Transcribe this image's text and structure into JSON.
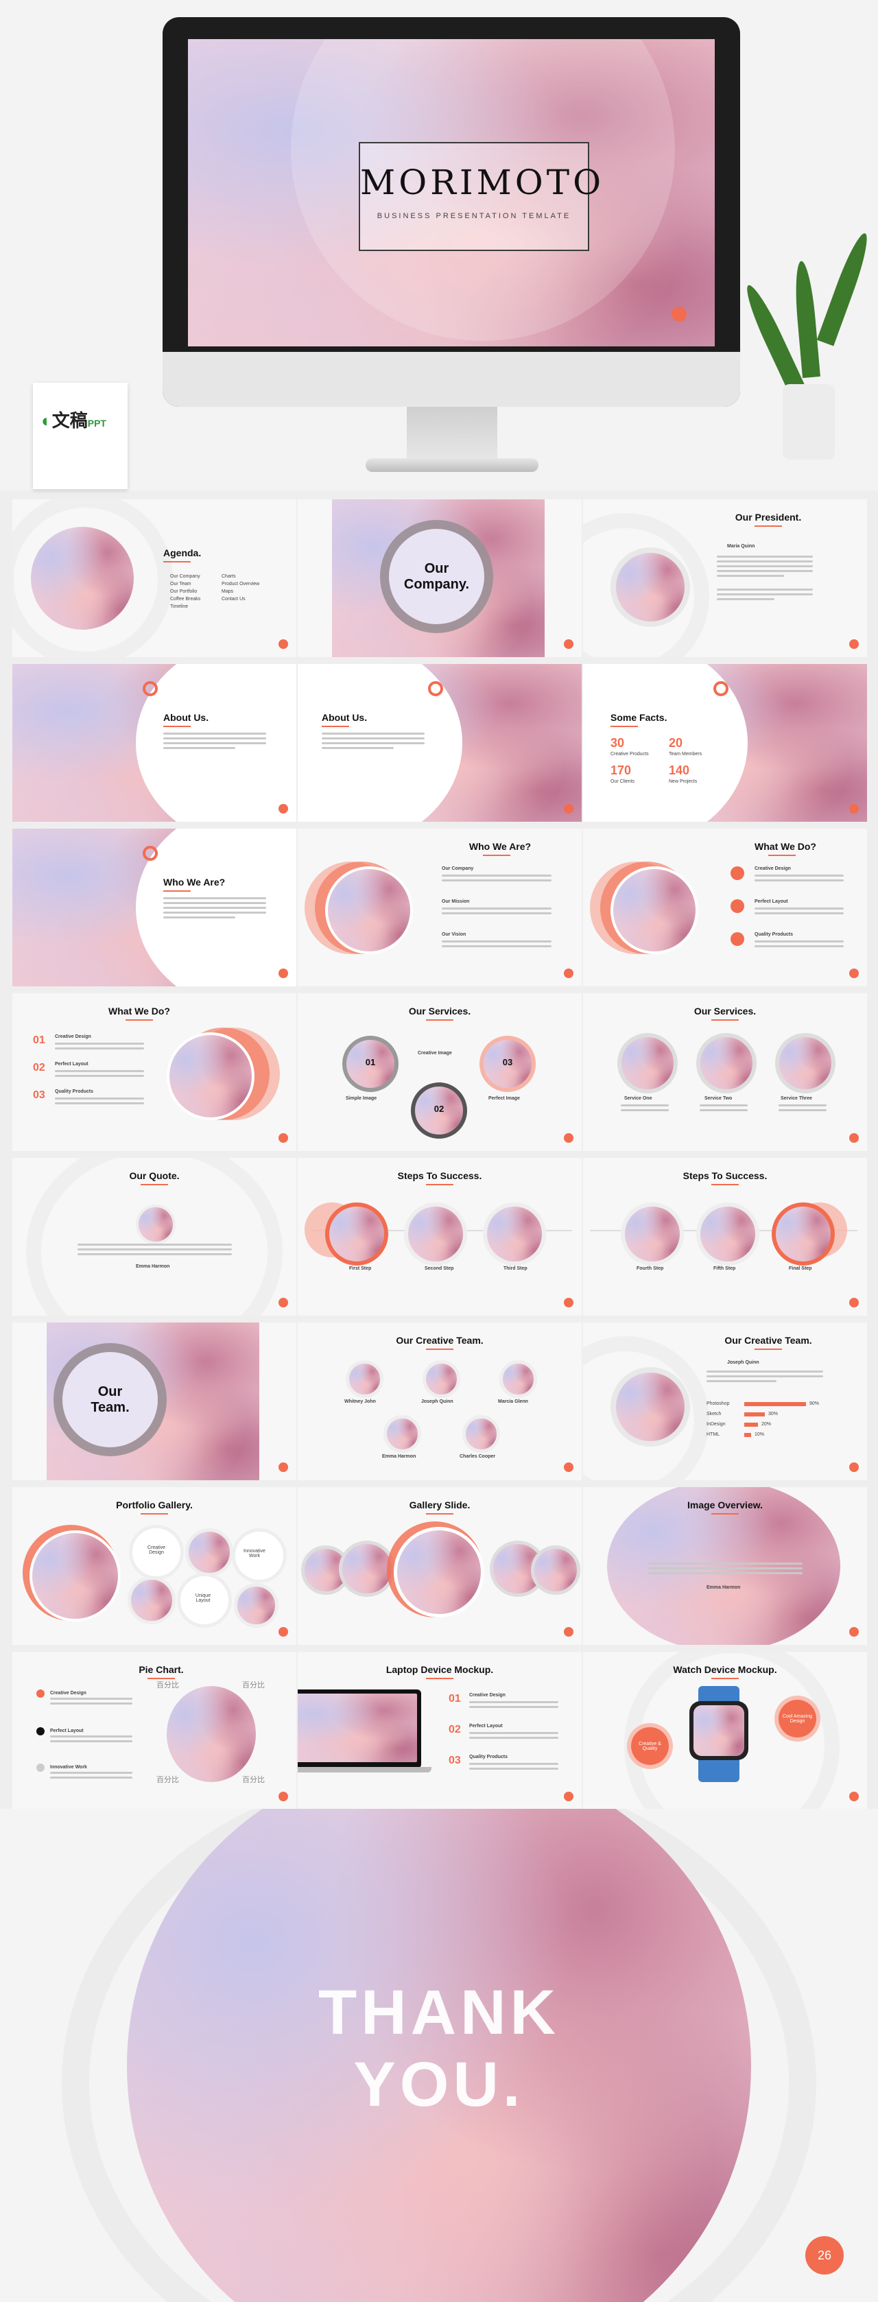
{
  "hero": {
    "title": "MORIMOTO",
    "subtitle": "BUSINESS PRESENTATION TEMLATE",
    "calendar_logo": "文稿",
    "calendar_logo_suffix": "PPT"
  },
  "slides": {
    "agenda": {
      "title": "Agenda.",
      "col1": [
        "Our Company",
        "Our Team",
        "Our Portfolio",
        "Coffee Breaks",
        "Timeline"
      ],
      "col2": [
        "Charts",
        "Product Overview",
        "Maps",
        "Contact Us"
      ]
    },
    "company": {
      "line1": "Our",
      "line2": "Company."
    },
    "president": {
      "title": "Our President.",
      "name": "Maria Quinn"
    },
    "about1": {
      "title": "About Us."
    },
    "about2": {
      "title": "About Us."
    },
    "facts": {
      "title": "Some Facts.",
      "items": [
        {
          "value": "30",
          "label": "Creative Products"
        },
        {
          "value": "20",
          "label": "Team Members"
        },
        {
          "value": "170",
          "label": "Our Clients"
        },
        {
          "value": "140",
          "label": "New Projects"
        }
      ]
    },
    "who1": {
      "title": "Who We Are?"
    },
    "who2": {
      "title": "Who We Are?",
      "sections": [
        "Our Company",
        "Our Mission",
        "Our Vision"
      ]
    },
    "what1": {
      "title": "What We Do?",
      "items": [
        "Creative Design",
        "Perfect Layout",
        "Quality Products"
      ]
    },
    "what2": {
      "title": "What We Do?",
      "numbers": [
        "01",
        "02",
        "03"
      ],
      "items": [
        "Creative Design",
        "Perfect Layout",
        "Quality Products"
      ]
    },
    "services1": {
      "title": "Our Services.",
      "numbers": [
        "01",
        "02",
        "03"
      ],
      "items": [
        "Simple Image",
        "Creative Image",
        "Perfect Image"
      ]
    },
    "services2": {
      "title": "Our Services.",
      "items": [
        "Service One",
        "Service Two",
        "Service Three"
      ]
    },
    "quote": {
      "title": "Our Quote.",
      "author": "Emma Harmon"
    },
    "steps1": {
      "title": "Steps To Success.",
      "items": [
        "First Step",
        "Second Step",
        "Third Step"
      ]
    },
    "steps2": {
      "title": "Steps To Success.",
      "items": [
        "Fourth Step",
        "Fifth Step",
        "Final Step"
      ]
    },
    "team": {
      "line1": "Our",
      "line2": "Team."
    },
    "creative1": {
      "title": "Our Creative Team.",
      "members": [
        "Whitney John",
        "Joseph Quinn",
        "Marcia Glenn",
        "Emma Harmon",
        "Charles Cooper"
      ]
    },
    "creative2": {
      "title": "Our Creative Team.",
      "name": "Joseph Quinn",
      "skills": [
        {
          "name": "Photoshop",
          "pct": "90%",
          "value": 90
        },
        {
          "name": "Sketch",
          "pct": "30%",
          "value": 30
        },
        {
          "name": "InDesign",
          "pct": "20%",
          "value": 20
        },
        {
          "name": "HTML",
          "pct": "10%",
          "value": 10
        }
      ]
    },
    "portfolio": {
      "title": "Portfolio Gallery.",
      "labels": [
        "Creative Design",
        "Innovative Work",
        "Unique Layout"
      ]
    },
    "gallery": {
      "title": "Gallery Slide."
    },
    "overview": {
      "title": "Image Overview.",
      "author": "Emma Harmon"
    },
    "pie": {
      "title": "Pie Chart.",
      "items": [
        "Creative Design",
        "Perfect Layout",
        "Innovative Work"
      ],
      "labels": [
        "百分比",
        "百分比",
        "百分比",
        "百分比"
      ]
    },
    "laptop": {
      "title": "Laptop Device Mockup.",
      "numbers": [
        "01",
        "02",
        "03"
      ],
      "items": [
        "Creative Design",
        "Perfect Layout",
        "Quality Products"
      ]
    },
    "watch": {
      "title": "Watch Device Mockup.",
      "badges": [
        "Creative & Quality",
        "Cool Amazing Design"
      ]
    }
  },
  "thankyou": {
    "line1": "THANK",
    "line2": "YOU.",
    "page": "26"
  }
}
